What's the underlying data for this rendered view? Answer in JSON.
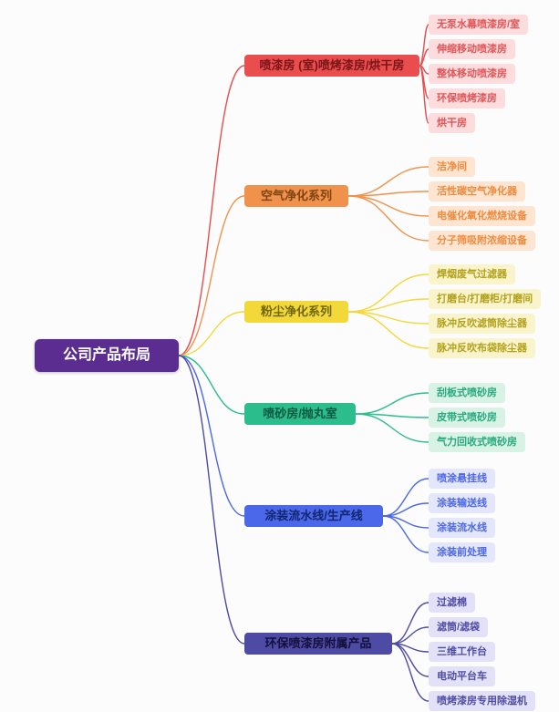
{
  "root": {
    "label": "公司产品布局",
    "color": "#5b2d90"
  },
  "branches": [
    {
      "label": "喷漆房 (室)喷烤漆房/烘干房",
      "color": "#ea4d4d",
      "children": [
        "无泵水幕喷漆房/室",
        "伸缩移动喷漆房",
        "整体移动喷漆房",
        "环保喷烤漆房",
        "烘干房"
      ]
    },
    {
      "label": "空气净化系列",
      "color": "#f1924c",
      "children": [
        "洁净间",
        "活性碳空气净化器",
        "电催化氧化燃烧设备",
        "分子筛吸附浓缩设备"
      ]
    },
    {
      "label": "粉尘净化系列",
      "color": "#f3d839",
      "children": [
        "焊烟废气过滤器",
        "打磨台/打磨柜/打磨间",
        "脉冲反吹滤筒除尘器",
        "脉冲反吹布袋除尘器"
      ]
    },
    {
      "label": "喷砂房/抛丸室",
      "color": "#2cbd8c",
      "children": [
        "刮板式喷砂房",
        "皮带式喷砂房",
        "气力回收式喷砂房"
      ]
    },
    {
      "label": "涂装流水线/生产线",
      "color": "#4b68ea",
      "children": [
        "喷涂悬挂线",
        "涂装输送线",
        "涂装流水线",
        "涂装前处理"
      ]
    },
    {
      "label": "环保喷漆房附属产品",
      "color": "#4e4ba5",
      "children": [
        "过滤棉",
        "滤筒/滤袋",
        "三维工作台",
        "电动平台车",
        "喷烤漆房专用除湿机"
      ]
    }
  ]
}
